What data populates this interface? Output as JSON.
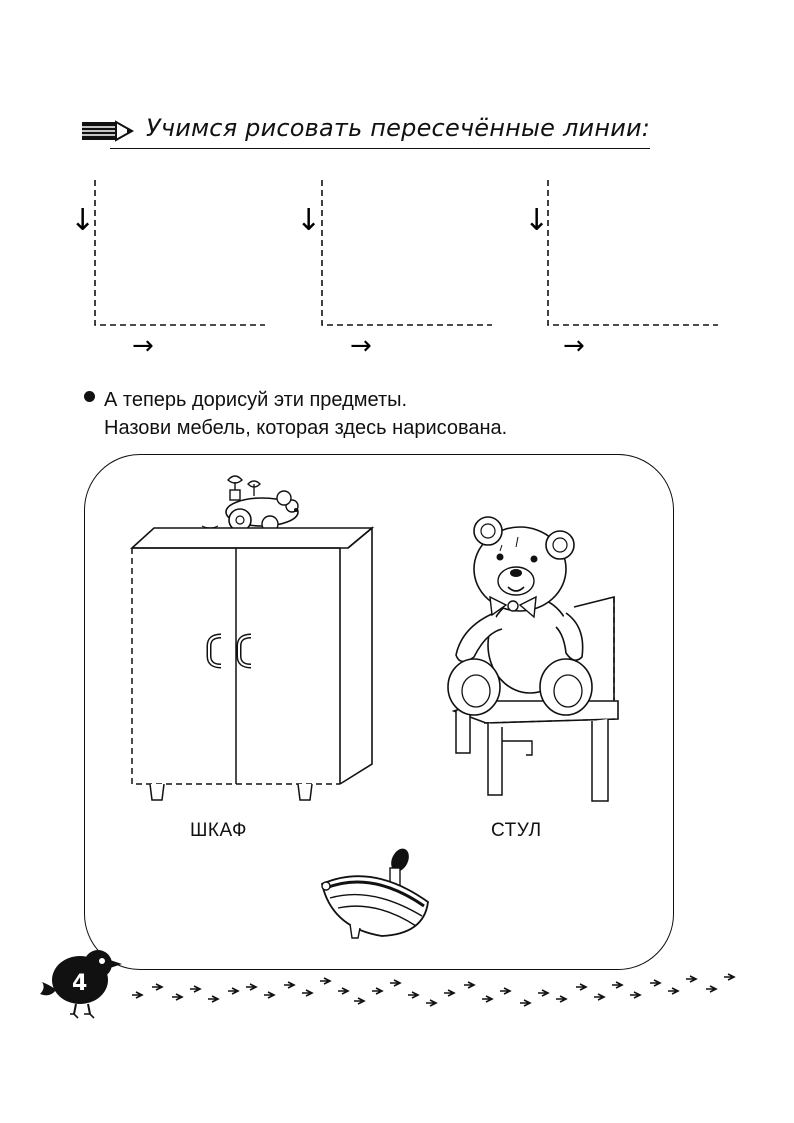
{
  "header": {
    "title": "Учимся рисовать пересечённые линии:",
    "icon": "pencil-icon"
  },
  "tracing_exercise": {
    "corners": 3,
    "vertical_arrow": "↓",
    "horizontal_arrow": "→"
  },
  "instructions": {
    "line1": "А теперь дорисуй эти предметы.",
    "line2": "Назови мебель, которая здесь нарисована."
  },
  "items": {
    "cabinet_label": "ШКАФ",
    "chair_label": "СТУЛ"
  },
  "footer": {
    "page_number": "4",
    "icon": "bird-icon"
  }
}
